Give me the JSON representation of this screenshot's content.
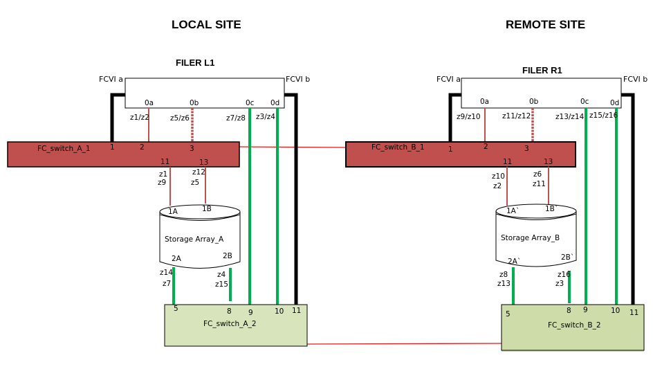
{
  "colors": {
    "fc_switch_1_fill": "#c0504d",
    "fc_switch_2_fill_a": "#d7e4bc",
    "fc_switch_2_fill_b": "#cddca8",
    "green_link": "#00b050",
    "red_link": "#c0504d",
    "isl_link": "#ff0000",
    "fcvi_link": "#000000"
  },
  "sites": {
    "local": {
      "title": "LOCAL SITE",
      "filer": {
        "title": "FILER L1",
        "fcvi_a": "FCVI a",
        "fcvi_b": "FCVI b",
        "ports": [
          "0a",
          "0b",
          "0c",
          "0d"
        ],
        "zones": [
          "z1/z2",
          "z5/z6",
          "z7/z8",
          "z3/z4"
        ]
      },
      "switch1": {
        "name": "FC_switch_A_1",
        "ports": [
          "1",
          "2",
          "3",
          "11",
          "13"
        ],
        "zones_11": [
          "z1",
          "z9"
        ],
        "zones_13": [
          "z12",
          "z5"
        ]
      },
      "storage": {
        "name": "Storage Array_A",
        "ports": [
          "1A",
          "1B",
          "2A",
          "2B"
        ],
        "zones_2a": [
          "z14",
          "z7"
        ],
        "zones_2b": [
          "z4",
          "z15"
        ]
      },
      "switch2": {
        "name": "FC_switch_A_2",
        "ports": [
          "5",
          "8",
          "9",
          "10",
          "11"
        ]
      }
    },
    "remote": {
      "title": "REMOTE SITE",
      "filer": {
        "title": "FILER R1",
        "fcvi_a": "FCVI a",
        "fcvi_b": "FCVI b",
        "ports": [
          "0a",
          "0b",
          "0c",
          "0d"
        ],
        "zones": [
          "z9/z10",
          "z11/z12",
          "z13/z14",
          "z15/z16"
        ]
      },
      "switch1": {
        "name": "FC_switch_B_1",
        "ports": [
          "1",
          "2",
          "3",
          "11",
          "13"
        ],
        "zones_11": [
          "z10",
          "z2"
        ],
        "zones_13": [
          "z6",
          "z11"
        ]
      },
      "storage": {
        "name": "Storage Array_B",
        "ports": [
          "1A`",
          "1B`",
          "2A`",
          "2B`"
        ],
        "zones_2a": [
          "z8",
          "z13"
        ],
        "zones_2b": [
          "z16",
          "z3"
        ]
      },
      "switch2": {
        "name": "FC_switch_B_2",
        "ports": [
          "5",
          "8",
          "9",
          "10",
          "11"
        ]
      }
    }
  }
}
